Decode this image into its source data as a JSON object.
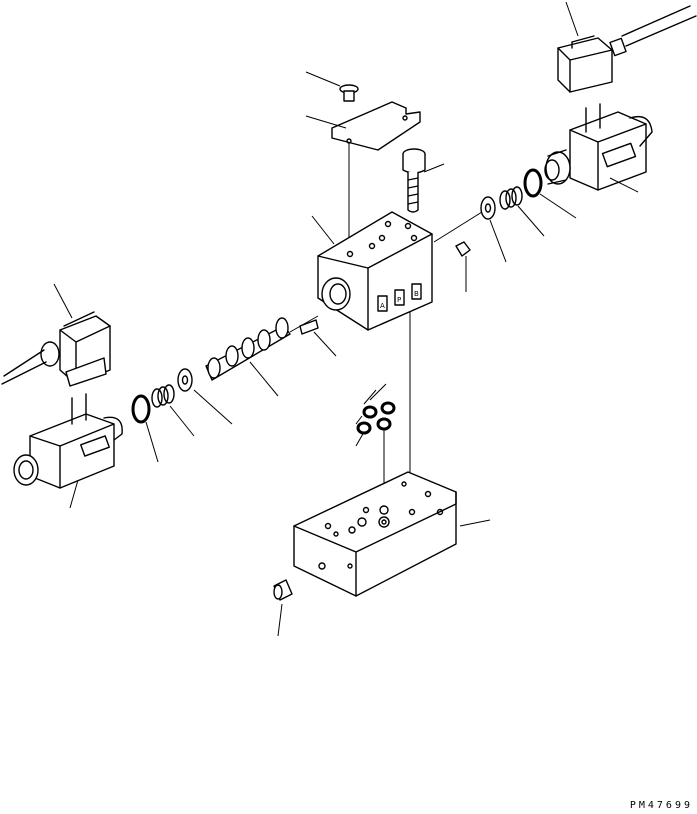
{
  "drawing_code": "PM47699",
  "valve_ports": {
    "a": "A",
    "p": "P",
    "b": "B"
  }
}
